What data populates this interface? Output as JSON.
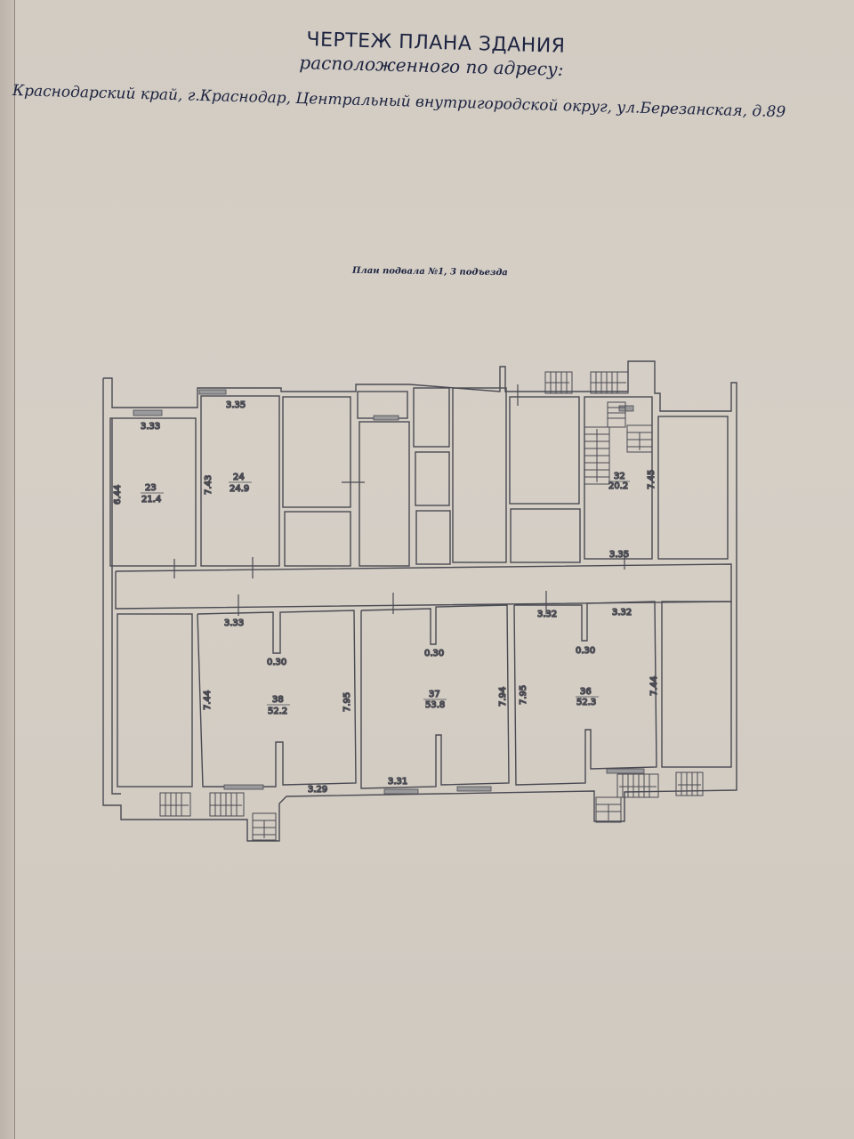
{
  "document": {
    "title": "ЧЕРТЕЖ ПЛАНА ЗДАНИЯ",
    "subtitle": "расположенного по адресу:",
    "address": "Краснодарский край, г.Краснодар, Центральный внутригородской округ, ул.Березанская, д.89",
    "plan_caption": "План подвала №1, 3 подъезда"
  },
  "colors": {
    "paper": "#d3cdc4",
    "ink_lines": "#4a4a52",
    "text_ink": "#1d2340",
    "window_fill": "#9a9a9c"
  },
  "rooms": [
    {
      "number": "23",
      "area": "21.4",
      "width_label": "3.33",
      "length_label": "6.44"
    },
    {
      "number": "24",
      "area": "24.9",
      "width_label": "3.35",
      "length_label": "7.43"
    },
    {
      "number": "32",
      "area": "20.2",
      "width_label": "3.35",
      "length_label": "7.45"
    },
    {
      "number": "38",
      "area": "52.2",
      "width_label": "3.33",
      "length_label": "7.44",
      "pier_label": "0.30",
      "right_length": "7.95",
      "bottom_width": "3.29"
    },
    {
      "number": "37",
      "area": "53.8",
      "width_label": "3.31",
      "length_label": "7.94",
      "pier_label": "0.30"
    },
    {
      "number": "36",
      "area": "52.3",
      "width_label": "3.32",
      "width_label_2": "3.32",
      "length_label": "7.44",
      "left_length": "7.95",
      "pier_label": "0.30"
    }
  ]
}
